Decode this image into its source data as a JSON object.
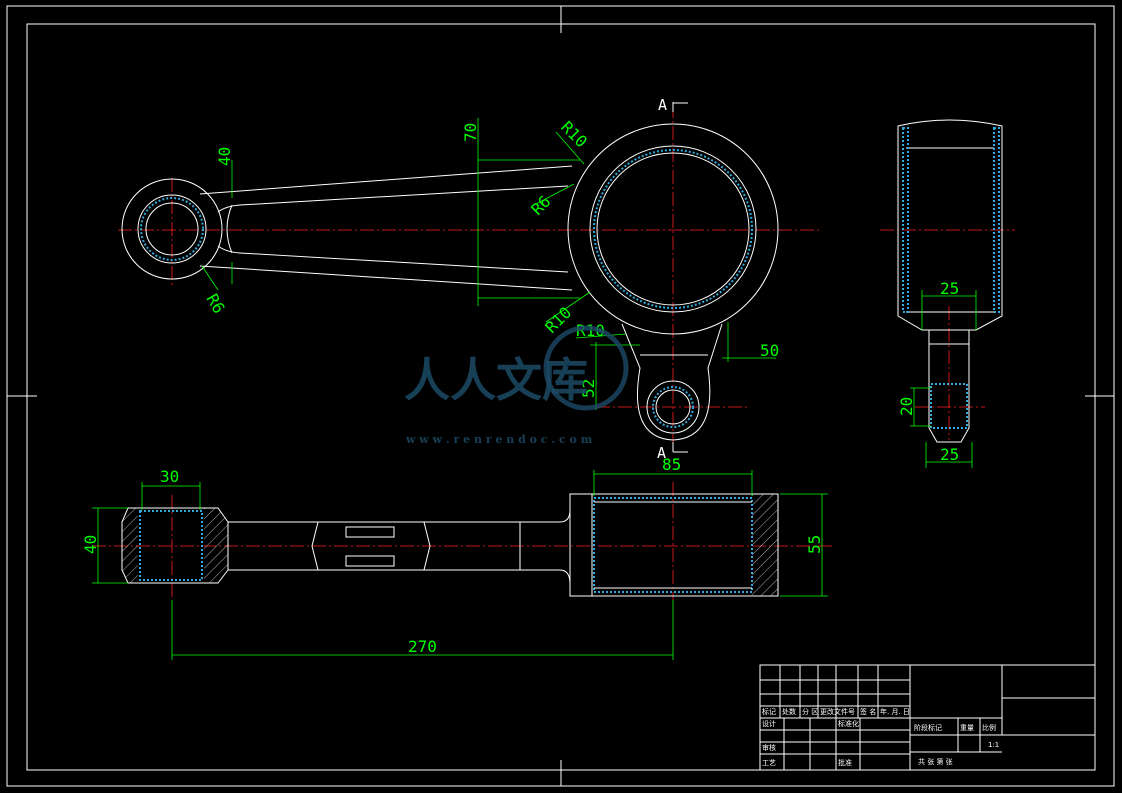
{
  "dimensions": {
    "d40_small_end": "40",
    "d70_beam": "70",
    "r10_top": "R10",
    "r6_top": "R6",
    "r6_left": "R6",
    "r10_lower": "R10",
    "r10_lug": "R10",
    "d50": "50",
    "d52": "52",
    "d30": "30",
    "d85": "85",
    "d40_side": "40",
    "d55": "55",
    "d270": "270",
    "d25_top": "25",
    "d20": "20",
    "d25_bottom": "25"
  },
  "section_labels": {
    "top": "A",
    "bottom": "A"
  },
  "watermark": {
    "text": "人人文库",
    "url": "w w w . r e n r e n d o c . c o m"
  },
  "title_block": {
    "row1": [
      "标记",
      "处数",
      "分 区",
      "更改文件号",
      "签 名",
      "年. 月. 日"
    ],
    "design": "设计",
    "standard": "标准化",
    "stage_mark": "阶段标记",
    "weight": "重量",
    "scale": "比例",
    "review": "审核",
    "process": "工艺",
    "approve": "批准",
    "sheets": "共   张   第   张",
    "scale_value": "1:1"
  },
  "colors": {
    "outline": "#ffffff",
    "centerline": "#ff2020",
    "dimension": "#00ff00"
  }
}
